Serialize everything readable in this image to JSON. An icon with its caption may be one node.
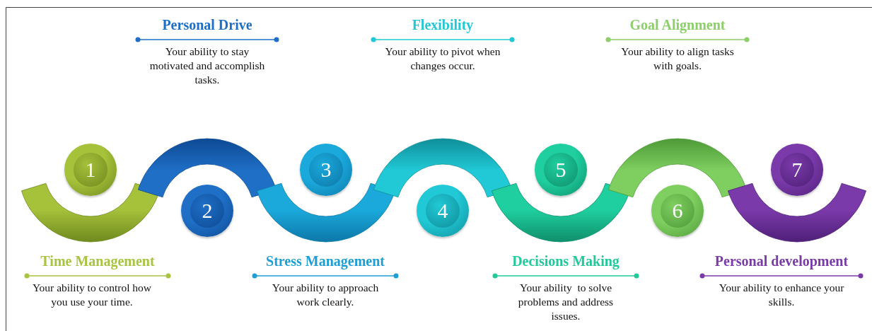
{
  "diagram": {
    "nodes": [
      {
        "text": [
          "1"
        ],
        "beside": [
          "Time Management",
          "Your ability to control how  you use your time."
        ]
      },
      {
        "text": [
          "2"
        ],
        "beside": [
          "Personal Drive",
          "Your ability to stay motivated and accomplish tasks."
        ]
      },
      {
        "text": [
          "3"
        ],
        "beside": [
          "Stress Management",
          "Your ability to approach work clearly."
        ]
      },
      {
        "text": [
          "4"
        ],
        "beside": [
          "Flexibility",
          "Your ability to pivot when changes occur."
        ]
      },
      {
        "text": [
          "5"
        ],
        "beside": [
          "Decisions Making",
          "Your ability  to solve problems and address issues."
        ]
      },
      {
        "text": [
          "6"
        ],
        "beside": [
          "Goal Alignment",
          "Your ability to align tasks with goals."
        ]
      },
      {
        "text": [
          "7"
        ],
        "beside": [
          "Personal development",
          "Your ability to enhance your skills."
        ]
      }
    ]
  }
}
